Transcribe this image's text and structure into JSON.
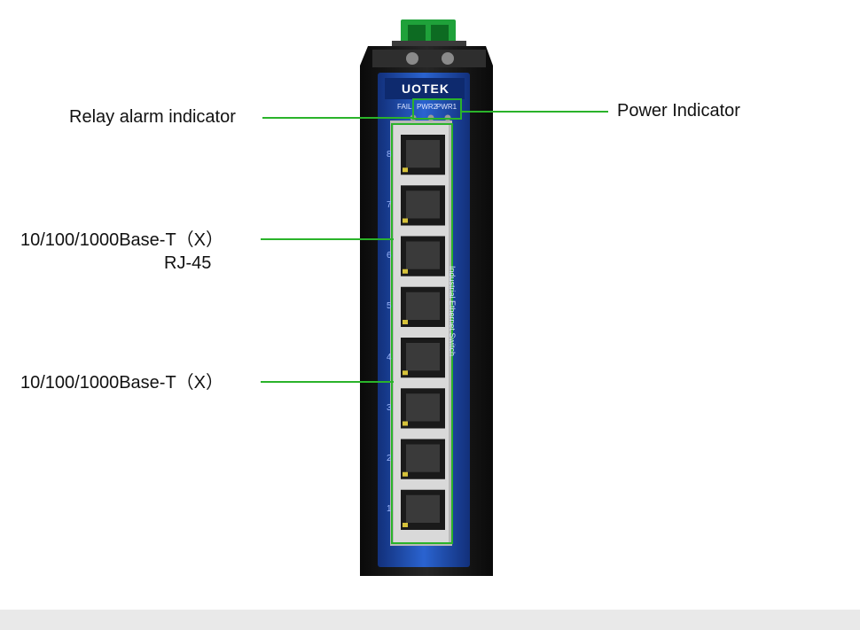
{
  "brand": {
    "logo": "UOTEK",
    "side_text": "Industrial Ethernet Switch"
  },
  "led_labels": [
    "FAIL",
    "PWR2",
    "PWR1"
  ],
  "callouts": {
    "relay": "Relay alarm indicator",
    "power": "Power Indicator",
    "rj45_top_line1": "10/100/1000Base-T（X）",
    "rj45_top_line2": "RJ-45",
    "rj45_bottom": "10/100/1000Base-T（X）"
  },
  "port_numbers": [
    "8",
    "7",
    "6",
    "5",
    "4",
    "3",
    "2",
    "1"
  ],
  "colors": {
    "callout_line": "#2ab32a",
    "housing": "#131313",
    "panel_blue": "#1f4fb3"
  }
}
